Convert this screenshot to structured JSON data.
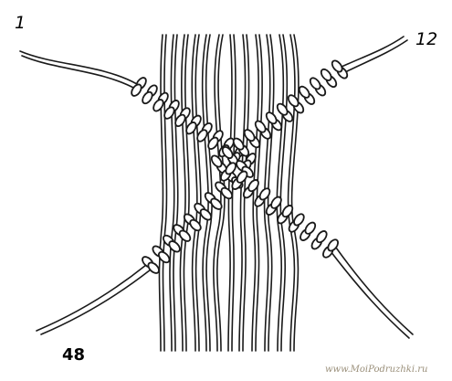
{
  "labels": {
    "cord_left": "1",
    "cord_right": "12",
    "figure_number": "48"
  },
  "watermark": "www.MoiPodruzhki.ru",
  "colors": {
    "ink": "#1a1a1a",
    "background": "#ffffff",
    "watermark": "#9a8f7a"
  }
}
